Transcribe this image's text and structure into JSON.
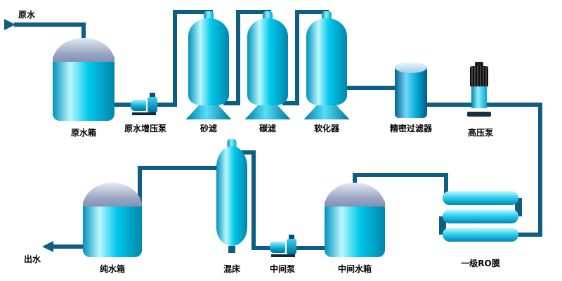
{
  "colors": {
    "pipe": "#0f5e80",
    "vessel": "#00c8ea",
    "vessel_highlight": "#b9f7ff",
    "vessel_shadow": "#0092bd",
    "dome": "#9aa6c2",
    "label": "#000000",
    "background": "#ffffff"
  },
  "labels": {
    "raw_water": "原水",
    "raw_water_tank": "原水箱",
    "booster_pump": "原水增压泵",
    "sand_filter": "砂滤",
    "carbon_filter": "碳滤",
    "softener": "软化器",
    "precision_filter": "精密过滤器",
    "high_pressure_pump": "高压泵",
    "ro_membrane": "一级RO膜",
    "intermediate_tank": "中间水箱",
    "intermediate_pump": "中间泵",
    "mixed_bed": "混床",
    "pure_water_tank": "纯水箱",
    "water_out": "出水"
  }
}
